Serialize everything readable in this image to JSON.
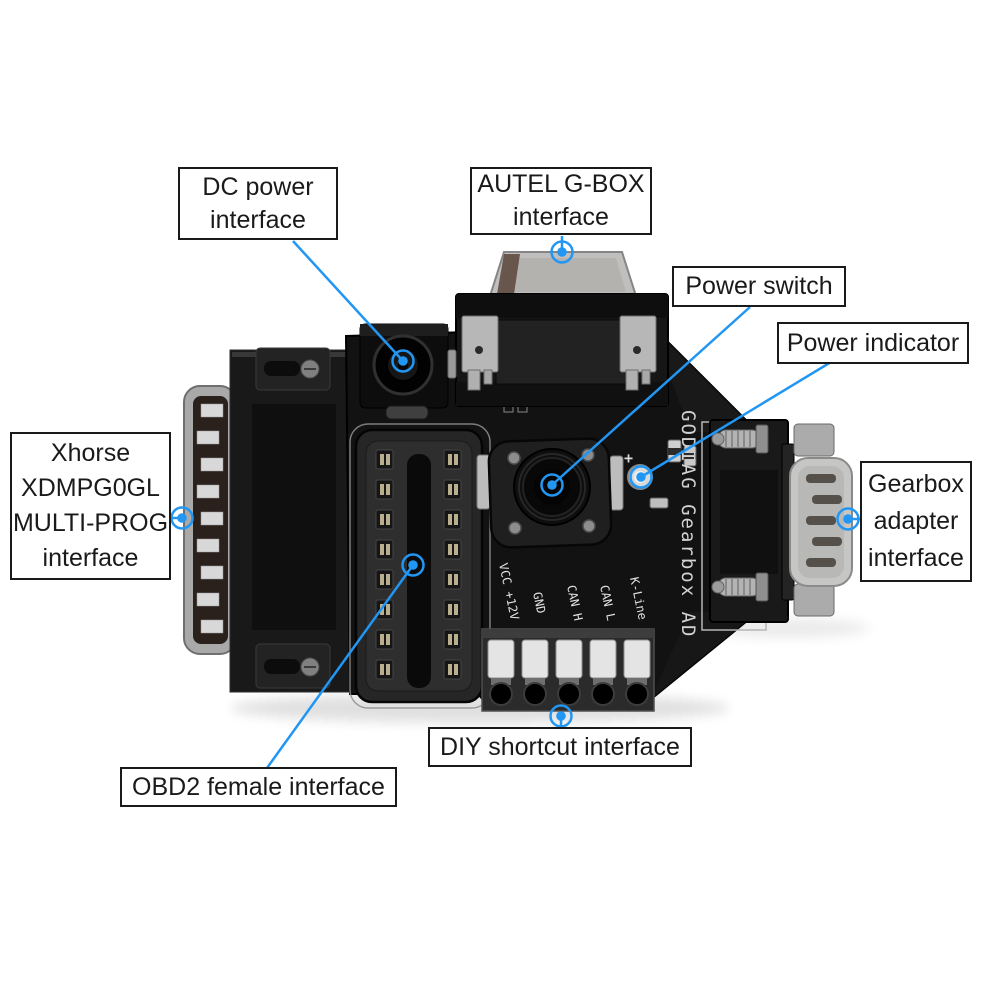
{
  "callouts": [
    {
      "name": "dc-power-interface",
      "lines": [
        "DC power",
        "interface"
      ]
    },
    {
      "name": "autel-gbox-interface",
      "lines": [
        "AUTEL G-BOX",
        "interface"
      ]
    },
    {
      "name": "power-switch",
      "lines": [
        "Power switch"
      ]
    },
    {
      "name": "power-indicator",
      "lines": [
        "Power indicator"
      ]
    },
    {
      "name": "xhorse-multi-prog-interface",
      "lines": [
        "Xhorse",
        "XDMPG0GL",
        "MULTI-PROG",
        "interface"
      ]
    },
    {
      "name": "gearbox-adapter-interface",
      "lines": [
        "Gearbox",
        "adapter",
        "interface"
      ]
    },
    {
      "name": "diy-shortcut-interface",
      "lines": [
        "DIY shortcut interface"
      ]
    },
    {
      "name": "obd2-female-interface",
      "lines": [
        "OBD2 female interface"
      ]
    }
  ],
  "device": {
    "pcb_silkscreen_text": "GODIAG Gearbox AD",
    "led_polarity_mark": "+",
    "terminal_labels": [
      "VCC +12V",
      "GND",
      "CAN H",
      "CAN L",
      "K-Line"
    ]
  },
  "colors": {
    "callout_accent": "#2196f3",
    "label_border": "#1a1a1a",
    "label_background": "#ffffff",
    "pcb_black": "#121212",
    "metal_silver": "#c0c0c0"
  }
}
